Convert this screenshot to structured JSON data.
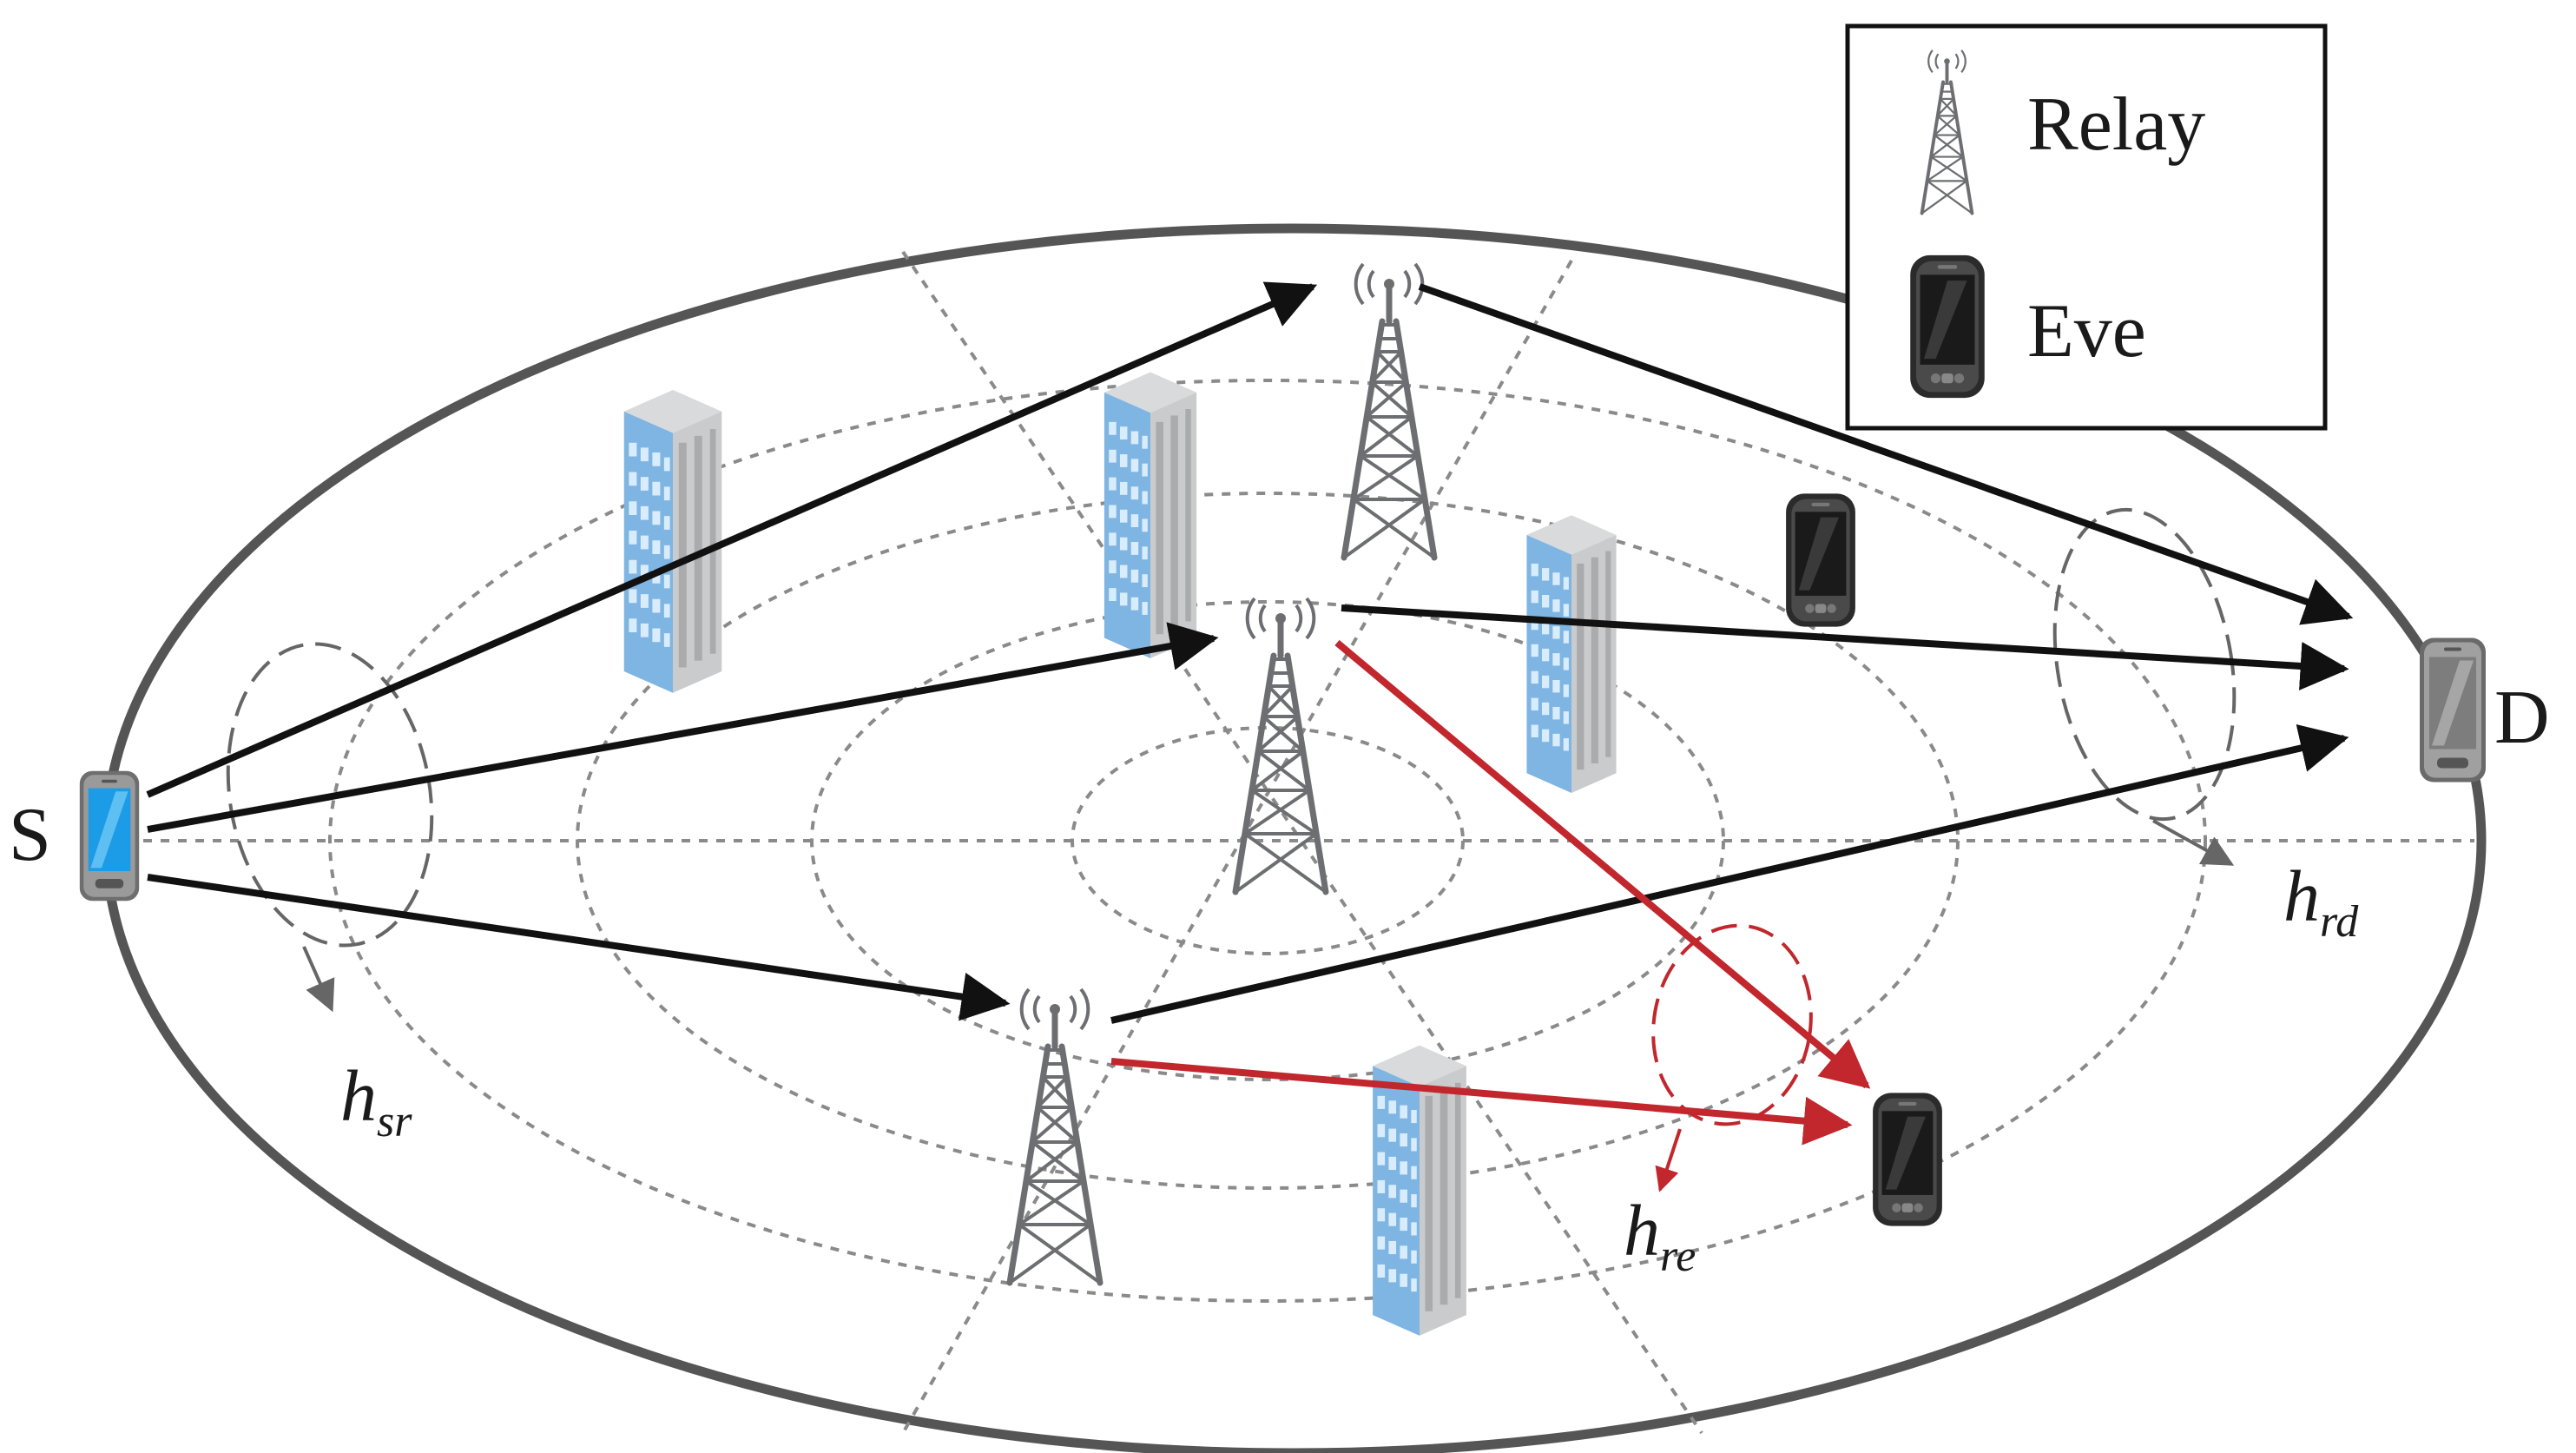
{
  "nodes": {
    "source": "S",
    "destination": "D"
  },
  "legend": {
    "relay_label": "Relay",
    "eve_label": "Eve",
    "relay_icon": "relay-tower-icon",
    "eve_icon": "eavesdropper-phone-icon"
  },
  "channels": {
    "sr": {
      "h": "h",
      "sub": "sr"
    },
    "rd": {
      "h": "h",
      "sub": "rd"
    },
    "re": {
      "h": "h",
      "sub": "re"
    }
  },
  "colors": {
    "legit_link": "#111111",
    "eavesdrop_link": "#c1272d",
    "boundary": "#555555",
    "grid": "#8a8a8a",
    "building": "#8fc3ea",
    "tower": "#6d6e71"
  }
}
